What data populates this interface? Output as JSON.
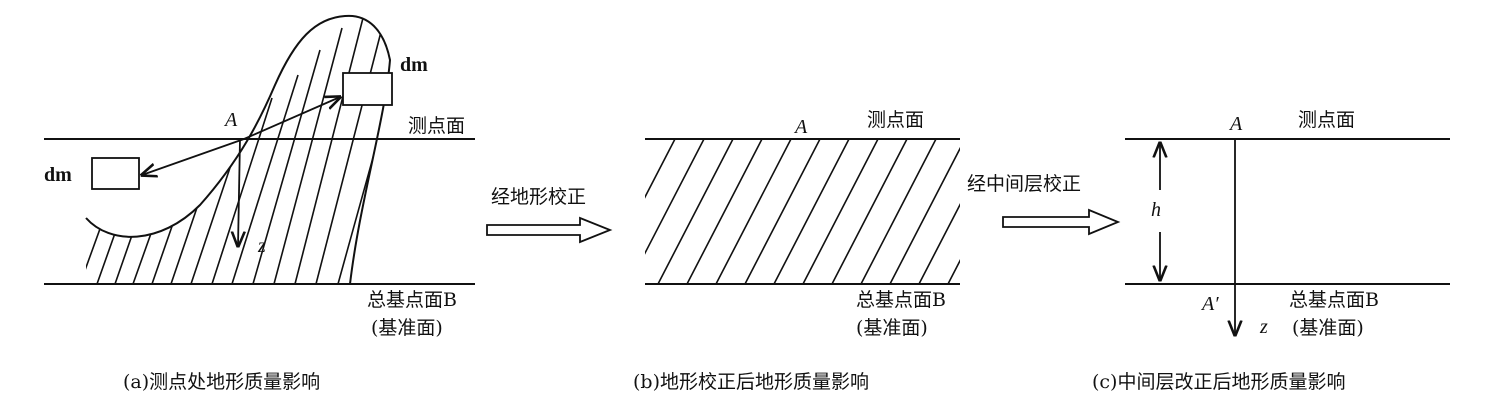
{
  "panel_a": {
    "label_dm_right": "dm",
    "label_dm_left": "dm",
    "label_A": "A",
    "label_z": "z",
    "label_surface": "测点面",
    "label_base": "总基点面B",
    "label_datum": "(基准面)",
    "caption": "(a)测点处地形质量影响"
  },
  "arrow_1": {
    "label": "经地形校正"
  },
  "panel_b": {
    "label_A": "A",
    "label_surface": "测点面",
    "label_base": "总基点面B",
    "label_datum": "(基准面)",
    "caption": "(b)地形校正后地形质量影响"
  },
  "arrow_2": {
    "label": "经中间层校正"
  },
  "panel_c": {
    "label_A": "A",
    "label_A_prime": "A′",
    "label_h": "h",
    "label_z": "z",
    "label_surface": "测点面",
    "label_base": "总基点面B",
    "label_datum": "(基准面)",
    "caption": "(c)中间层改正后地形质量影响"
  }
}
